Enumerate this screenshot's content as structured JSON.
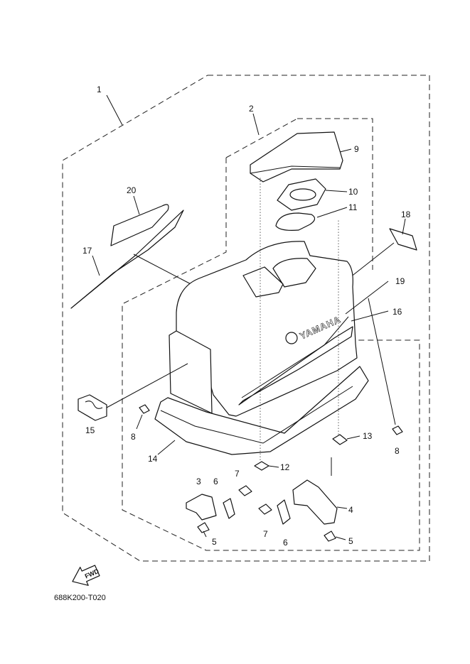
{
  "diagram": {
    "drawing_code": "688K200-T020",
    "fwd_label": "FWD",
    "brand_text": "YAMAHA",
    "callouts": [
      {
        "id": "c1",
        "text": "1"
      },
      {
        "id": "c2",
        "text": "2"
      },
      {
        "id": "c9",
        "text": "9"
      },
      {
        "id": "c10",
        "text": "10"
      },
      {
        "id": "c11",
        "text": "11"
      },
      {
        "id": "c18",
        "text": "18"
      },
      {
        "id": "c20",
        "text": "20"
      },
      {
        "id": "c17",
        "text": "17"
      },
      {
        "id": "c19",
        "text": "19"
      },
      {
        "id": "c16",
        "text": "16"
      },
      {
        "id": "c15",
        "text": "15"
      },
      {
        "id": "c8a",
        "text": "8"
      },
      {
        "id": "c14",
        "text": "14"
      },
      {
        "id": "c13",
        "text": "13"
      },
      {
        "id": "c8b",
        "text": "8"
      },
      {
        "id": "c12",
        "text": "12"
      },
      {
        "id": "c3",
        "text": "3"
      },
      {
        "id": "c6a",
        "text": "6"
      },
      {
        "id": "c7a",
        "text": "7"
      },
      {
        "id": "c5a",
        "text": "5"
      },
      {
        "id": "c4",
        "text": "4"
      },
      {
        "id": "c7b",
        "text": "7"
      },
      {
        "id": "c6b",
        "text": "6"
      },
      {
        "id": "c5b",
        "text": "5"
      }
    ]
  }
}
